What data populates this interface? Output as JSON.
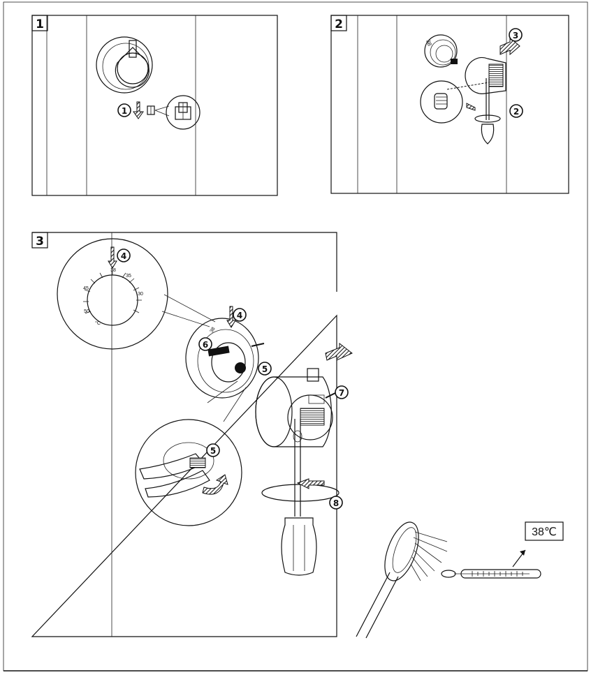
{
  "panels": [
    {
      "id": "1",
      "label": "1",
      "callouts": [
        "1"
      ]
    },
    {
      "id": "2",
      "label": "2",
      "callouts": [
        "3",
        "2"
      ],
      "dial_text": "38"
    },
    {
      "id": "3",
      "label": "3",
      "callouts": [
        "4",
        "4",
        "6",
        "5",
        "5",
        "7",
        "8"
      ]
    }
  ],
  "dial": {
    "marks": [
      "38",
      "35",
      "30",
      "45",
      "50",
      "°C"
    ]
  },
  "small_dial_text": "38",
  "thermometer": {
    "reading": "38℃"
  }
}
